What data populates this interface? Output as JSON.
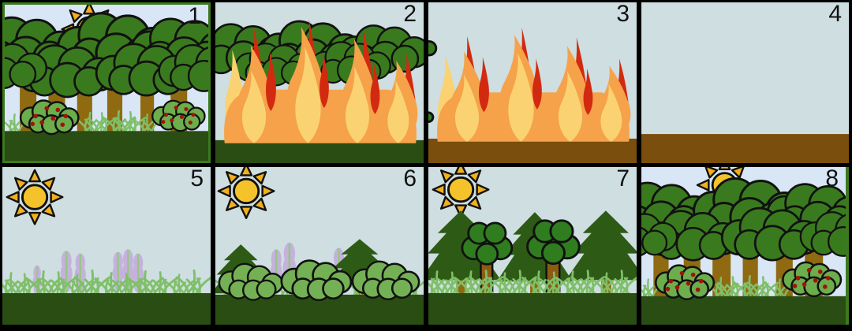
{
  "title": "forest-fire-succession-comic",
  "panels": [
    {
      "number": "1",
      "scene": "mature-forest"
    },
    {
      "number": "2",
      "scene": "canopy-on-fire"
    },
    {
      "number": "3",
      "scene": "ground-fire"
    },
    {
      "number": "4",
      "scene": "bare-burned-ground"
    },
    {
      "number": "5",
      "scene": "grass-and-wildflowers"
    },
    {
      "number": "6",
      "scene": "shrubs-and-seedlings"
    },
    {
      "number": "7",
      "scene": "young-forest"
    },
    {
      "number": "8",
      "scene": "regrown-mature-forest"
    }
  ],
  "palette": {
    "background": "#000000",
    "frameGreen": "#3C7A1F",
    "skyBlue": "#D8E6F5",
    "skyGray": "#CEDEE1",
    "canopyGreen": "#3A7A1E",
    "trunkBrown": "#8F6A10",
    "groundGreen": "#2A4D14",
    "groundBrown": "#7A4E0C",
    "bushGreen": "#6CAD4C",
    "berryRed": "#A01408",
    "shrubGreen": "#74B155",
    "pineGreen": "#2D5B16",
    "treeGreen": "#2F7D1F",
    "treeTrunkBrown": "#8A5C12",
    "grassGreen": "#7FBF68",
    "flowerPurple": "#C4B2DC",
    "stemGreen": "#97C77E",
    "flameOrange": "#F5A24A",
    "flameYellow": "#FBD271",
    "flameRed": "#D22A10",
    "sunYellow": "#F4C32C",
    "rayOrange": "#F2B01E"
  }
}
